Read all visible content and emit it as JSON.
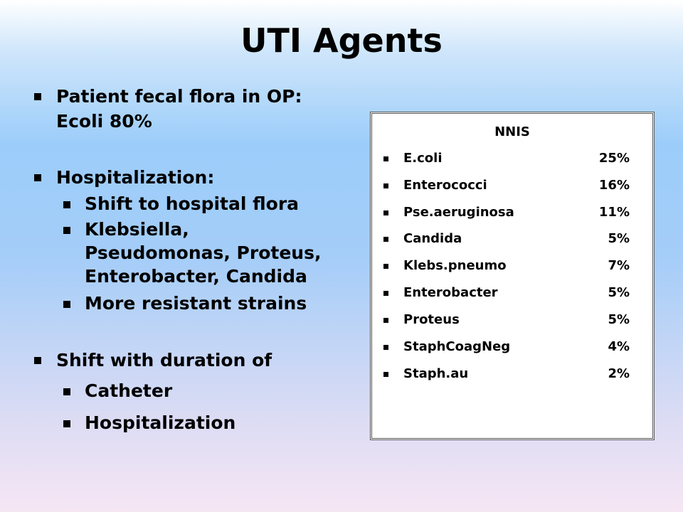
{
  "title": "UTI Agents",
  "left": {
    "b1": "Patient fecal flora in OP:",
    "b1_cont": "Ecoli 80%",
    "b2": "Hospitalization:",
    "b2_items": [
      "Shift to hospital flora",
      "Klebsiella,",
      "Pseudomonas, Proteus,",
      "Enterobacter, Candida",
      "More resistant strains"
    ],
    "b3": "Shift with duration of",
    "b3_items": [
      "Catheter",
      "Hospitalization"
    ]
  },
  "panel": {
    "heading": "NNIS",
    "rows": [
      {
        "name": "E.coli",
        "pct": "25%"
      },
      {
        "name": "Enterococci",
        "pct": "16%"
      },
      {
        "name": "Pse.aeruginosa",
        "pct": "11%"
      },
      {
        "name": "Candida",
        "pct": "5%"
      },
      {
        "name": "Klebs.pneumo",
        "pct": "7%"
      },
      {
        "name": "Enterobacter",
        "pct": "5%"
      },
      {
        "name": "Proteus",
        "pct": "5%"
      },
      {
        "name": "StaphCoagNeg",
        "pct": "4%"
      },
      {
        "name": "Staph.au",
        "pct": "2%"
      }
    ]
  }
}
